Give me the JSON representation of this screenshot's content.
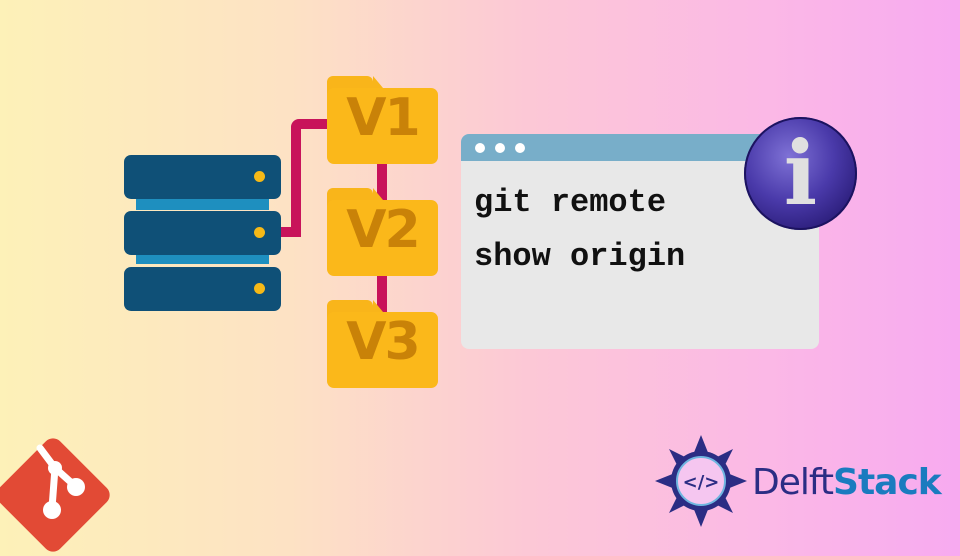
{
  "diagram": {
    "folders": [
      {
        "label": "V1"
      },
      {
        "label": "V2"
      },
      {
        "label": "V3"
      }
    ],
    "terminal": {
      "line1": "git remote",
      "line2": "show origin"
    },
    "info_icon": "info-icon",
    "colors": {
      "server": "#0f5077",
      "folder": "#fbb81a",
      "wire": "#c8135a",
      "terminal_bar": "#78aec9",
      "info_globe": "#4a3aaa",
      "git_logo": "#e24a35"
    }
  },
  "brand": {
    "name_part1": "Delft",
    "name_part2": "Stack"
  }
}
